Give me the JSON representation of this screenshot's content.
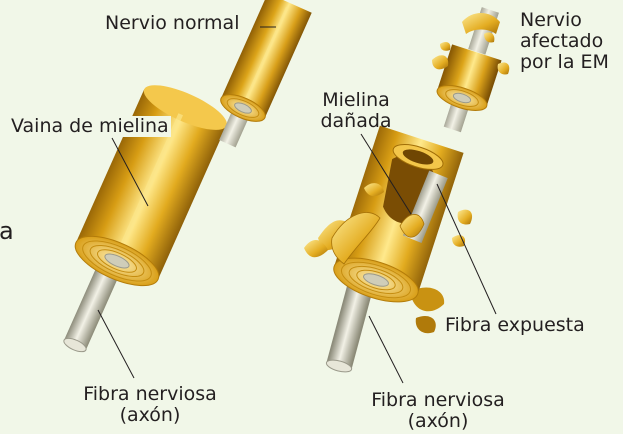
{
  "labels": {
    "normal_nerve": "Nervio normal",
    "myelin_sheath": "Vaina de mielina",
    "nerve_fiber_left": [
      "Fibra nerviosa",
      "(axón)"
    ],
    "affected_nerve": [
      "Nervio",
      "afectado",
      "por la EM"
    ],
    "damaged_myelin": [
      "Mielina",
      "dañada"
    ],
    "exposed_fiber": "Fibra expuesta",
    "nerve_fiber_right": [
      "Fibra nerviosa",
      "(axón)"
    ],
    "edge_fragment": "a"
  },
  "colors": {
    "background": "#f1f7e8",
    "myelin_gold": "#e0a91b",
    "myelin_highlight": "#fbe58a",
    "myelin_shadow": "#9c6b06",
    "axon": "#c9c8b6",
    "leader_line": "#231f20"
  }
}
